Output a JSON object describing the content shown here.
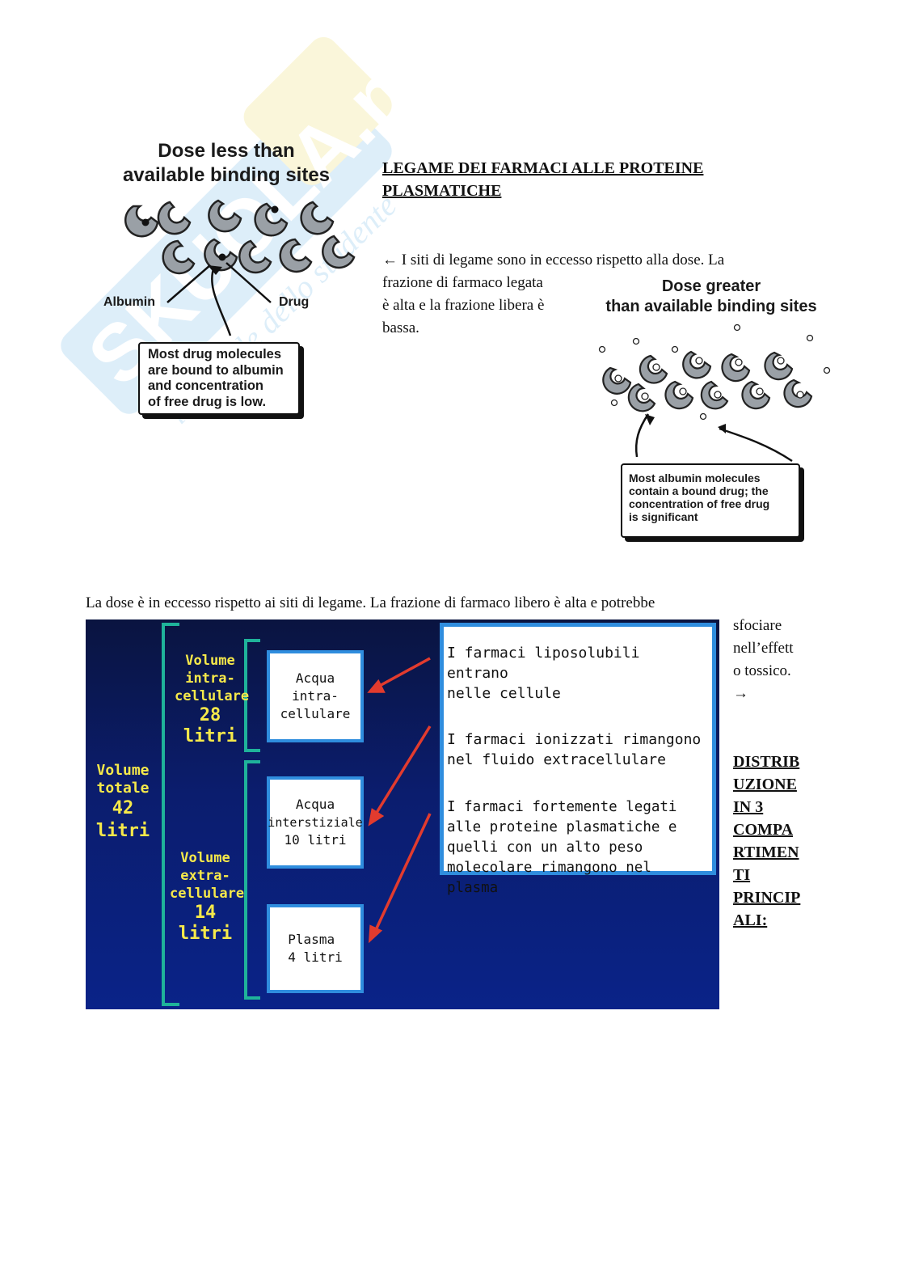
{
  "watermark": {
    "brand": "SKUOLA.net",
    "tagline": "il portale dello studente"
  },
  "heading": "LEGAME DEI FARMACI ALLE PROTEINE PLASMATICHE",
  "intro_text": {
    "line1": "← I siti di legame sono in eccesso rispetto alla dose. La",
    "line2": "frazione di farmaco legata",
    "line3": "è alta e la frazione libera è",
    "line4": "bassa."
  },
  "figure_low_dose": {
    "title_line1": "Dose less than",
    "title_line2": "available binding sites",
    "label_albumin": "Albumin",
    "label_drug": "Drug",
    "callout_line1": "Most drug molecules",
    "callout_line2": "are bound to albumin",
    "callout_line3": "and concentration",
    "callout_line4": "of free drug is low."
  },
  "figure_high_dose": {
    "title_line1": "Dose greater",
    "title_line2": "than available binding sites",
    "callout_line1": "Most albumin molecules",
    "callout_line2": "contain a bound drug; the",
    "callout_line3": "concentration of free drug",
    "callout_line4": "is significant"
  },
  "excess_text": "La dose è in eccesso rispetto ai siti di legame. La frazione di farmaco libero è alta e potrebbe",
  "side_text": {
    "line1": "sfociare",
    "line2": "nell’effett",
    "line3": "o tossico.",
    "line4": "→"
  },
  "side_heading": {
    "line1": "DISTRIB",
    "line2": "UZIONE",
    "line3": "IN 3",
    "line4": "COMPA",
    "line5": "RTIMEN",
    "line6": "TI",
    "line7": "PRINCIP",
    "line8": "ALI:"
  },
  "distribution_diagram": {
    "total": {
      "line1": "Volume",
      "line2": "totale",
      "line3": "42 litri"
    },
    "intra": {
      "line1": "Volume",
      "line2": "intra-",
      "line3": "cellulare",
      "line4": "28 litri"
    },
    "extra": {
      "line1": "Volume",
      "line2": "extra-",
      "line3": "cellulare",
      "line4": "14 litri"
    },
    "box_intra": {
      "line1": "Acqua",
      "line2": "intra-",
      "line3": "cellulare"
    },
    "box_interstitial": {
      "line1": "Acqua",
      "line2": "interstiziale",
      "line3": "10 litri"
    },
    "box_plasma": {
      "line1": "Plasma",
      "line2": "4 litri"
    },
    "info": {
      "a1": "I farmaci liposolubili entrano",
      "a2": "nelle cellule",
      "b1": "I farmaci ionizzati rimangono",
      "b2": "nel fluido extracellulare",
      "c1": "I farmaci fortemente legati",
      "c2": "alle proteine plasmatiche e",
      "c3": "quelli con un alto peso",
      "c4": "molecolare rimangono nel plasma"
    },
    "colors": {
      "background": "#0b1d6e",
      "label": "#f6e94a",
      "bracket": "#1fb39a",
      "box_border": "#2f8dde",
      "arrow": "#e23b2e"
    }
  }
}
